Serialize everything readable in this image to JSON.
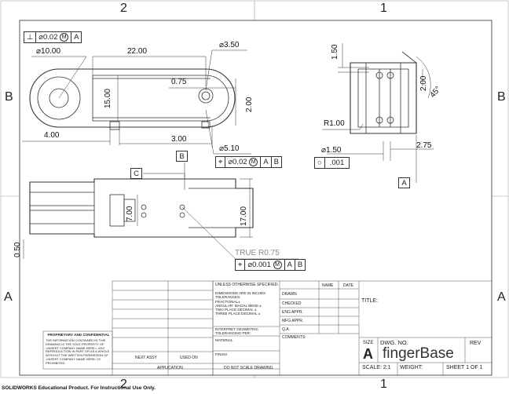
{
  "zones": {
    "top_left": "2",
    "top_right": "1",
    "bottom_left": "2",
    "bottom_right": "1",
    "left_upper": "B",
    "left_lower": "A",
    "right_upper": "B",
    "right_lower": "A"
  },
  "top_view": {
    "perp_frame": {
      "symbol": "⊥",
      "tolerance": "⌀0.02",
      "modifier": "M",
      "datum": "A"
    },
    "dia_10": "⌀10.00",
    "dim_22": "22.00",
    "dia_350": "⌀3.50",
    "dim_075": "0.75",
    "dim_15": "15.00",
    "dim_2": "2.00",
    "dim_4": "4.00",
    "dim_3": "3.00",
    "dia_510": "⌀5.10",
    "datum_b": "B",
    "pos_frame": {
      "symbol": "⌖",
      "tolerance": "⌀0.02",
      "modifier": "M",
      "datum1": "A",
      "datum2": "B"
    }
  },
  "side_view": {
    "dim_150": "1.50",
    "dim_200": "2.00",
    "angle": "45°",
    "radius": "R1.00",
    "dia_150": "⌀1.50",
    "dim_275": "2.75",
    "circ_frame": {
      "symbol": "○",
      "tolerance": ".001"
    },
    "datum_a": "A"
  },
  "front_view": {
    "datum_c": "C",
    "dim_700": "7.00",
    "dim_1700": "17.00",
    "dim_050": "0.50",
    "true_radius": "TRUE R0.75",
    "pos_frame": {
      "symbol": "⌖",
      "tolerance": "⌀0.001",
      "modifier": "M",
      "datum1": "A",
      "datum2": "B"
    }
  },
  "title_block": {
    "unless": "UNLESS OTHERWISE SPECIFIED:",
    "dims": "DIMENSIONS ARE IN INCHES",
    "tolerances": "TOLERANCES:",
    "fractional": "FRACTIONAL±",
    "angular": "ANGULAR: MACH±    BEND ±",
    "two_place": "TWO PLACE DECIMAL    ±",
    "three_place": "THREE PLACE DECIMAL  ±",
    "interpret": "INTERPRET GEOMETRIC",
    "tolerancing": "TOLERANCING PER:",
    "material": "MATERIAL",
    "finish": "FINISH",
    "no_scale": "DO NOT SCALE DRAWING",
    "application": "APPLICATION",
    "next_assy": "NEXT ASSY",
    "used_on": "USED ON",
    "name": "NAME",
    "date": "DATE",
    "drawn": "DRAWN",
    "checked": "CHECKED",
    "eng": "ENG APPR.",
    "mfg": "MFG APPR.",
    "qa": "Q.A.",
    "comments": "COMMENTS:",
    "title_label": "TITLE:",
    "size_label": "SIZE",
    "size": "A",
    "dwg_no_label": "DWG.  NO.",
    "dwg_no": "fingerBase",
    "rev": "REV",
    "scale": "SCALE: 2:1",
    "weight": "WEIGHT:",
    "sheet": "SHEET 1 OF 1",
    "prop_title": "PROPRIETARY AND CONFIDENTIAL",
    "prop_lines": [
      "THE INFORMATION CONTAINED IN THIS",
      "DRAWING IS THE SOLE PROPERTY OF",
      "<INSERT COMPANY NAME HERE>.  ANY",
      "REPRODUCTION IN PART OR AS A WHOLE",
      "WITHOUT THE WRITTEN PERMISSION OF",
      "<INSERT COMPANY NAME HERE> IS",
      "PROHIBITED."
    ]
  },
  "footer": "SOLIDWORKS Educational Product. For Instructional Use Only."
}
